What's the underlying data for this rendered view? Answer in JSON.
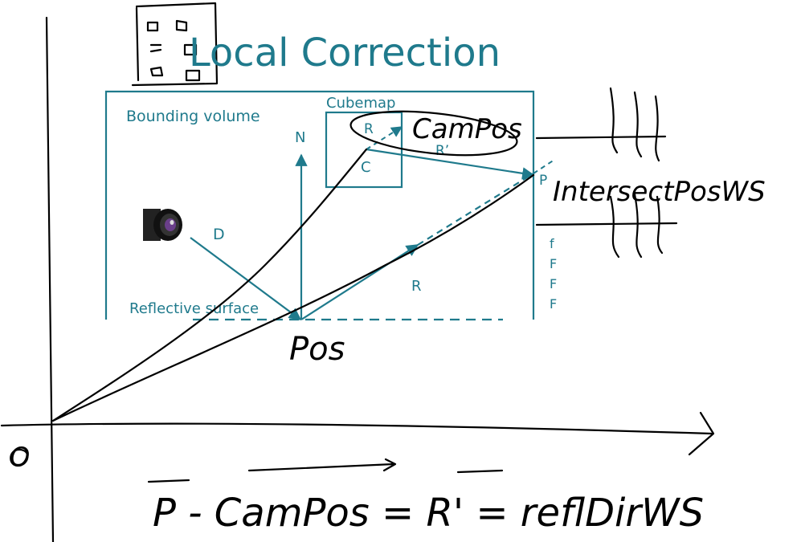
{
  "slide": {
    "title": "Local Correction",
    "bounding_volume_label": "Bounding volume",
    "cubemap_label": "Cubemap",
    "normal_label": "N",
    "cubemap_center_label": "C",
    "cubemap_reflect_label": "R",
    "corrected_label": "R’",
    "intersection_label": "P",
    "view_label": "D",
    "reflect_label": "R",
    "surface_label": "Reflective surface",
    "right_partial": [
      "f",
      "F",
      "F",
      "F"
    ]
  },
  "annotations": {
    "cam_pos": "CamPos",
    "intersect_pos": "IntersectPosWS",
    "pos": "Pos",
    "origin": "O",
    "equation": "P - CamPos = R' = reflDirWS"
  },
  "colors": {
    "slide_accent": "#1f7a8c",
    "ink": "#000000"
  }
}
